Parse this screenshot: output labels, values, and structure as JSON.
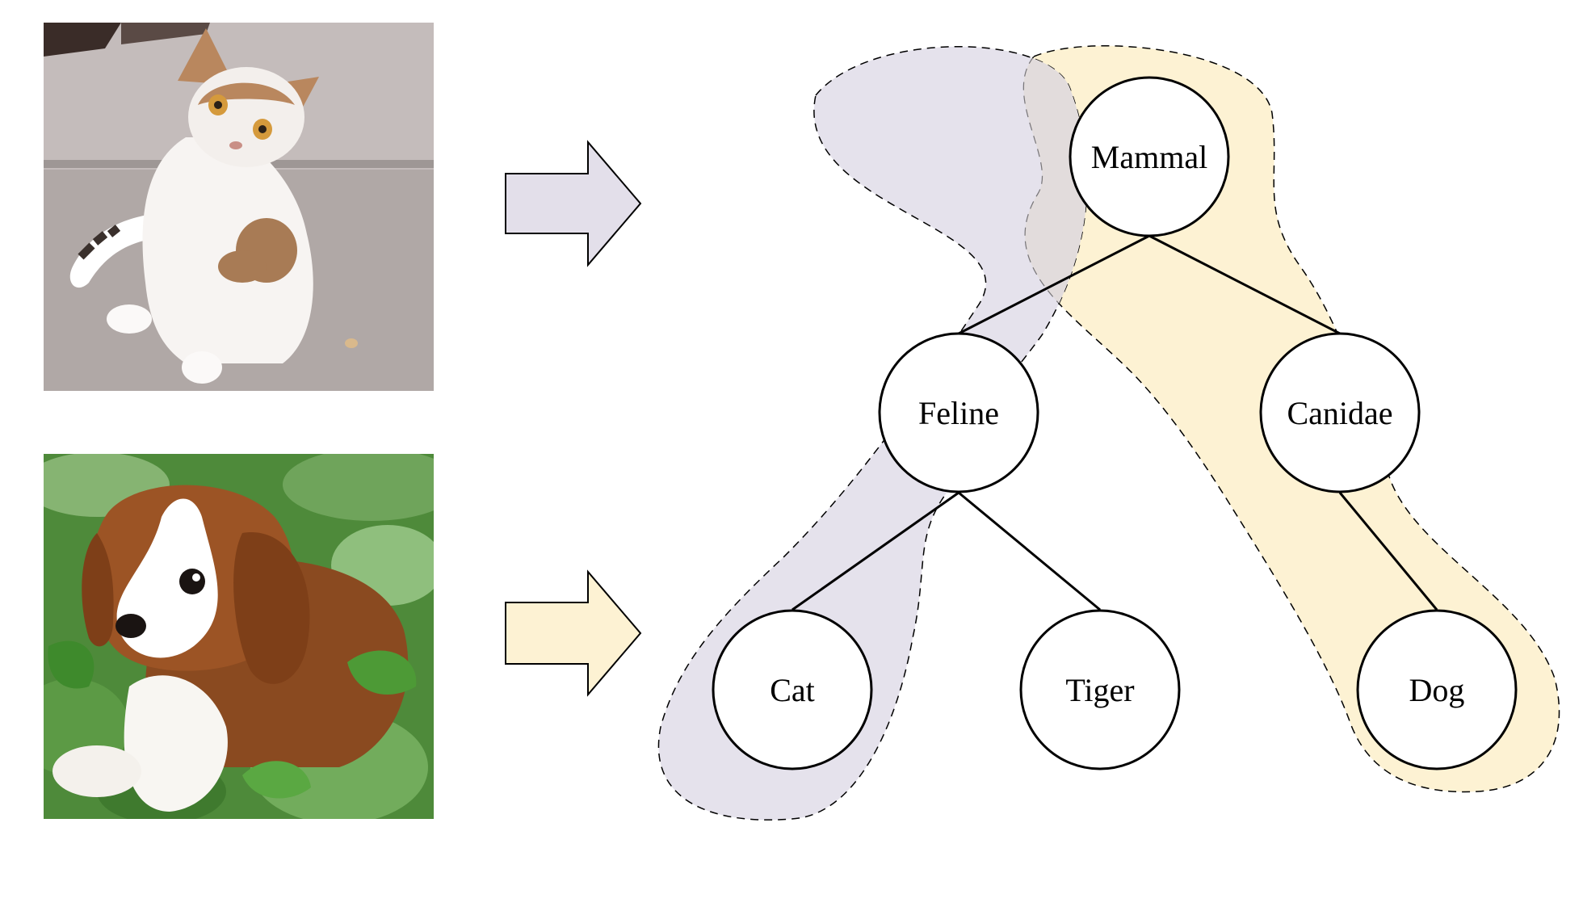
{
  "nodes": {
    "mammal": "Mammal",
    "feline": "Feline",
    "canidae": "Canidae",
    "cat": "Cat",
    "tiger": "Tiger",
    "dog": "Dog"
  },
  "colors": {
    "cat_path": "#e3dfea",
    "dog_path": "#fdf2d3",
    "overlap": "#e2dcdc",
    "node_fill": "#ffffff",
    "stroke": "#000000"
  }
}
